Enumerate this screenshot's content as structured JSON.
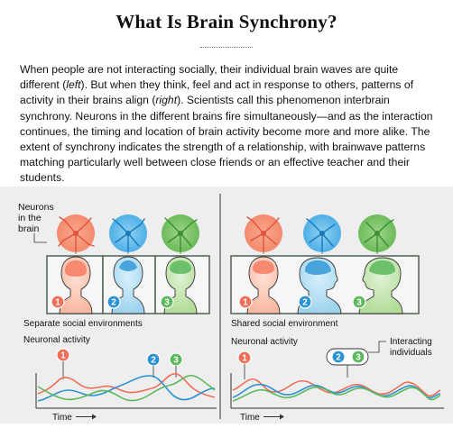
{
  "title": "What Is Brain Synchrony?",
  "body": {
    "p1": "When people are not interacting socially, their individual brain waves are quite different (",
    "left_word": "left",
    "p2": "). But when they think, feel and act in response to others, patterns of activity in their brains align (",
    "right_word": "right",
    "p3": "). Scientists call this phenomenon interbrain synchrony. Neurons in the different brains fire simultaneously—and as the interaction continues, the timing and location of brain activity become more and more alike. The extent of synchrony indicates the strength of a relationship, with brainwave patterns matching particularly well between close friends or an effective teacher and their students."
  },
  "figure": {
    "neurons_label": [
      "Neurons",
      "in the",
      "brain"
    ],
    "left_panel": {
      "caption": "Separate social environments",
      "activity_label": "Neuronal activity",
      "time_label": "Time"
    },
    "right_panel": {
      "caption": "Shared social environment",
      "activity_label": "Neuronal activity",
      "time_label": "Time",
      "interacting_label": [
        "Interacting",
        "individuals"
      ]
    },
    "badges": [
      "1",
      "2",
      "3"
    ],
    "colors": {
      "person1": "#ef6e58",
      "person2": "#2a92d4",
      "person3": "#5cb85c",
      "head1_fill": "#fbc7b6",
      "head2_fill": "#a8d8f2",
      "head3_fill": "#b7e0a2",
      "panel_border": "#5b6b5b"
    }
  }
}
